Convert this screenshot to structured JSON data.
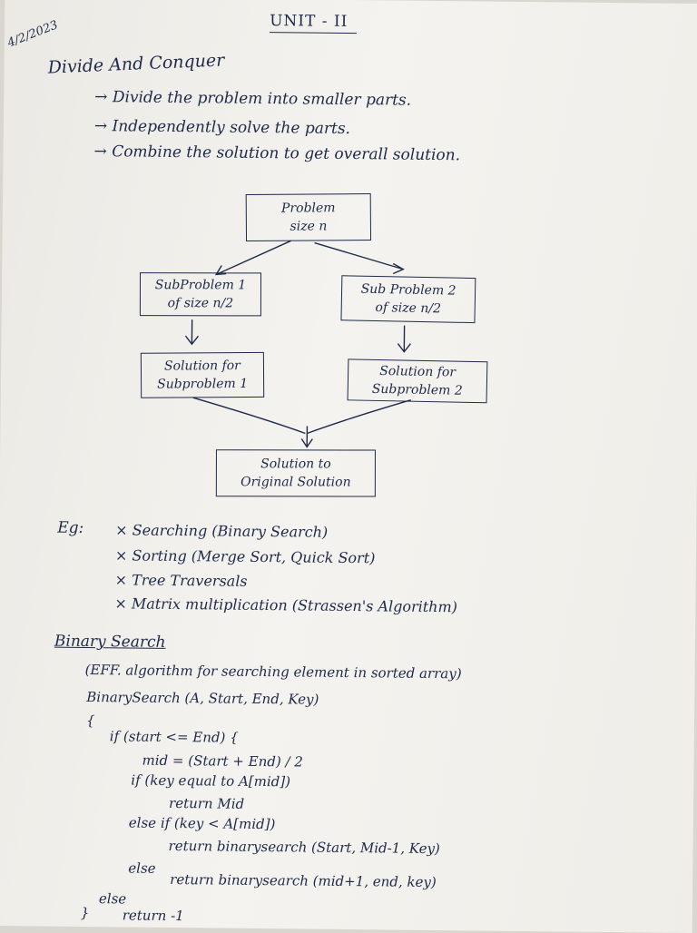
{
  "header": {
    "date": "4/2/2023",
    "unit": "UNIT - II",
    "topic": "Divide And Conquer"
  },
  "steps": [
    "→ Divide the problem into smaller parts.",
    "→ Independently solve the parts.",
    "→ Combine the solution to get overall solution."
  ],
  "diagram": {
    "problem": [
      "Problem",
      "size n"
    ],
    "sub1": [
      "SubProblem 1",
      "of size n/2"
    ],
    "sub2": [
      "Sub Problem 2",
      "of size n/2"
    ],
    "sol1": [
      "Solution for",
      "Subproblem 1"
    ],
    "sol2": [
      "Solution for",
      "Subproblem 2"
    ],
    "final": [
      "Solution to",
      "Original Solution"
    ]
  },
  "examples": {
    "label": "Eg:",
    "items": [
      "× Searching (Binary Search)",
      "× Sorting (Merge Sort, Quick Sort)",
      "× Tree Traversals",
      "× Matrix multiplication (Strassen's Algorithm)"
    ]
  },
  "binary_search": {
    "title": "Binary Search",
    "lines": [
      "(EFF. algorithm for searching element in sorted array)",
      "BinarySearch (A, Start, End, Key)",
      "{",
      "if (start <= End) {",
      "mid = (Start + End) / 2",
      "if (key equal to A[mid])",
      "return Mid",
      "else if (key < A[mid])",
      "return binarysearch (Start, Mid-1, Key)",
      "else",
      "return binarysearch (mid+1, end, key)",
      "else",
      "}",
      "return -1"
    ]
  }
}
